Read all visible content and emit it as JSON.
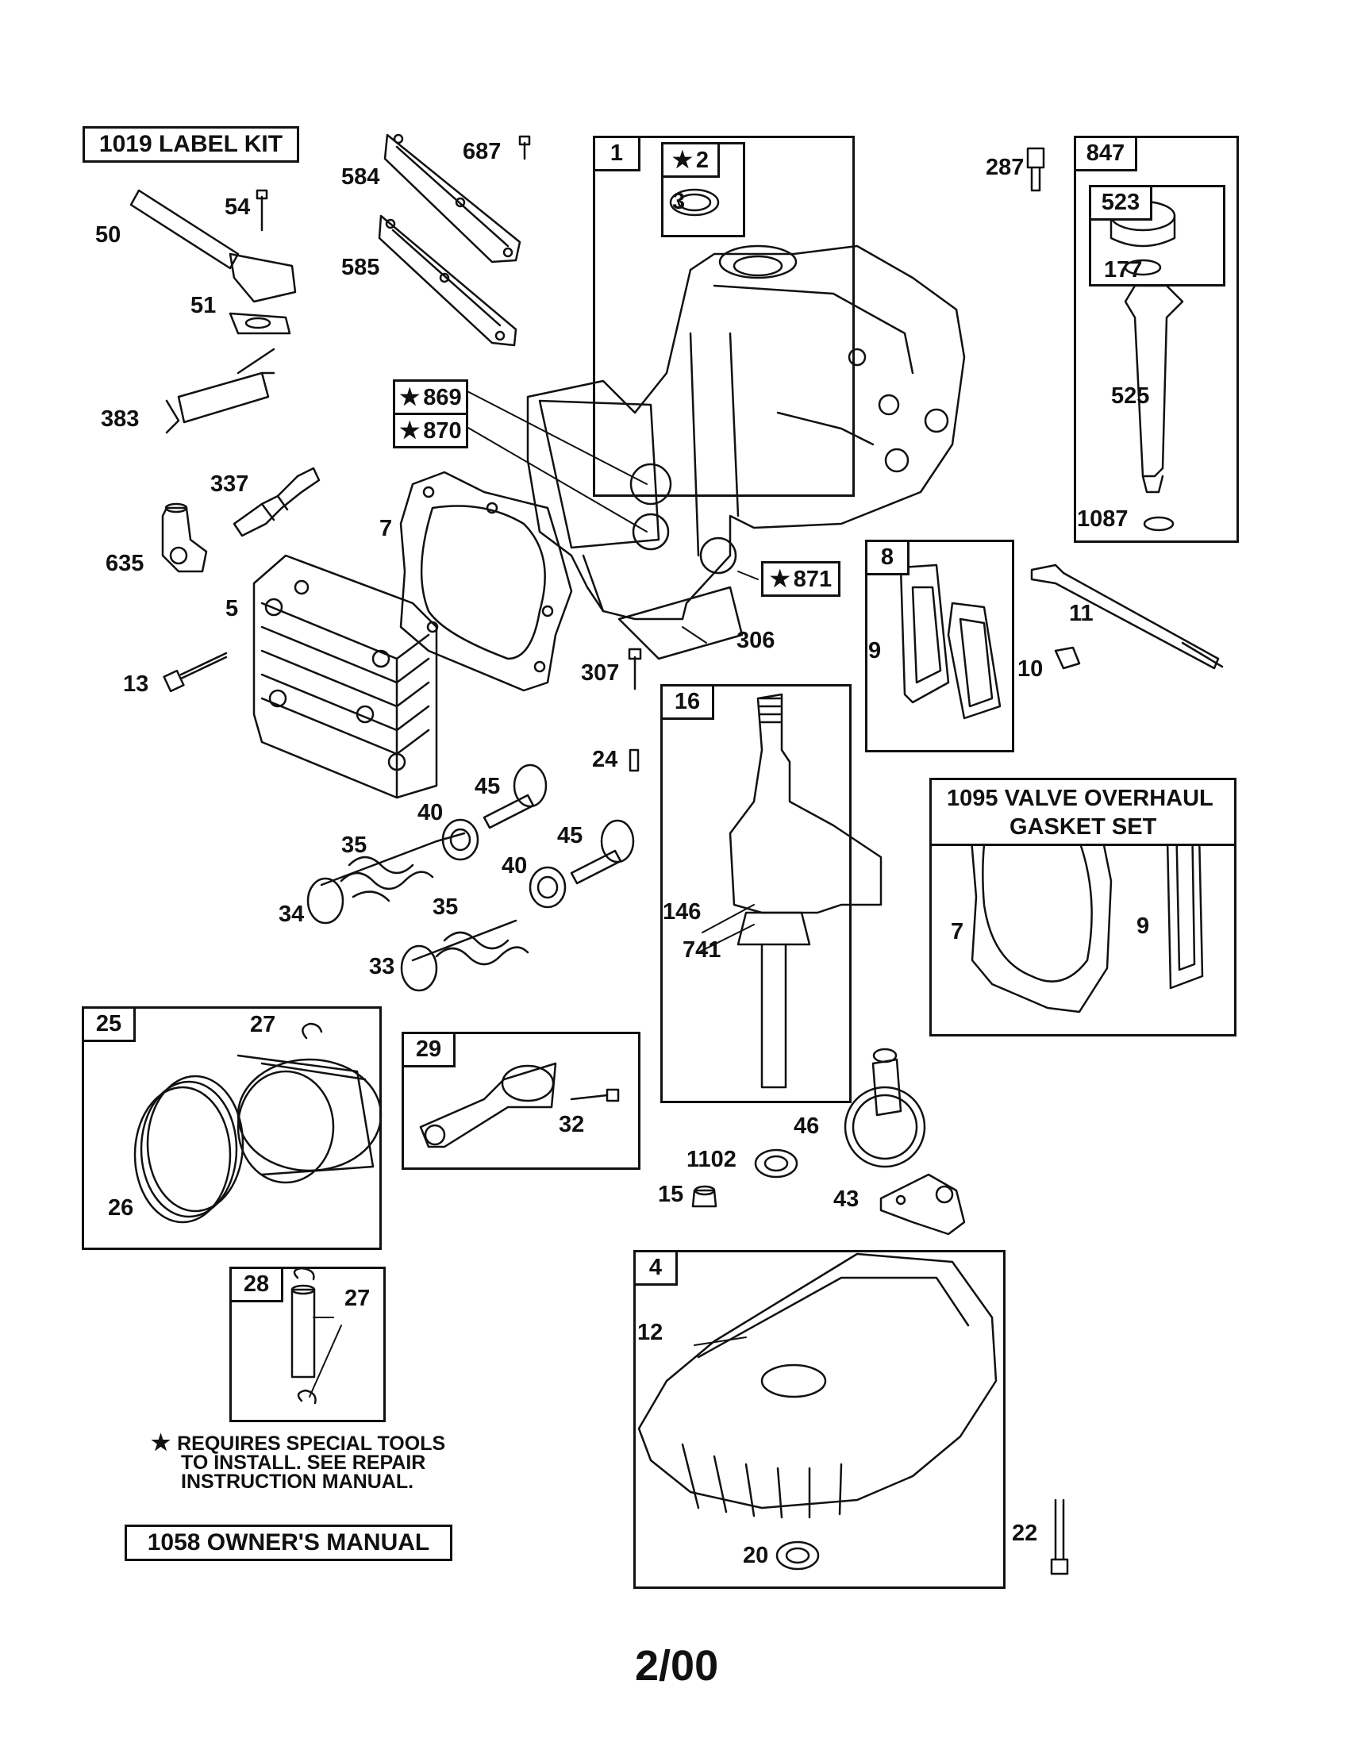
{
  "kits": {
    "label_kit": "1019 LABEL KIT",
    "owners_manual": "1058 OWNER'S MANUAL",
    "valve_overhaul_line1": "1095 VALVE OVERHAUL",
    "valve_overhaul_line2": "GASKET SET"
  },
  "note": {
    "line1": "REQUIRES SPECIAL TOOLS",
    "line2": "TO INSTALL.  SEE REPAIR",
    "line3": "INSTRUCTION MANUAL."
  },
  "date": "2/00",
  "boxes": {
    "b1": "1",
    "b2": "2",
    "b847": "847",
    "b523": "523",
    "b869": "869",
    "b870": "870",
    "b871": "871",
    "b8": "8",
    "b16": "16",
    "b25": "25",
    "b29": "29",
    "b28": "28",
    "b4": "4"
  },
  "parts": {
    "p687": "687",
    "p584": "584",
    "p585": "585",
    "p54": "54",
    "p50": "50",
    "p51": "51",
    "p383": "383",
    "p337": "337",
    "p635": "635",
    "p7": "7",
    "p5": "5",
    "p13": "13",
    "p3": "3",
    "p287": "287",
    "p177": "177",
    "p525": "525",
    "p1087": "1087",
    "p306": "306",
    "p307": "307",
    "p11": "11",
    "p9": "9",
    "p10": "10",
    "p24": "24",
    "p45a": "45",
    "p45b": "45",
    "p40a": "40",
    "p40b": "40",
    "p35a": "35",
    "p35b": "35",
    "p34": "34",
    "p33": "33",
    "p146": "146",
    "p741": "741",
    "p7b": "7",
    "p9b": "9",
    "p27a": "27",
    "p26": "26",
    "p32": "32",
    "p46": "46",
    "p1102": "1102",
    "p15": "15",
    "p43": "43",
    "p27b": "27",
    "p12": "12",
    "p20": "20",
    "p22": "22"
  }
}
